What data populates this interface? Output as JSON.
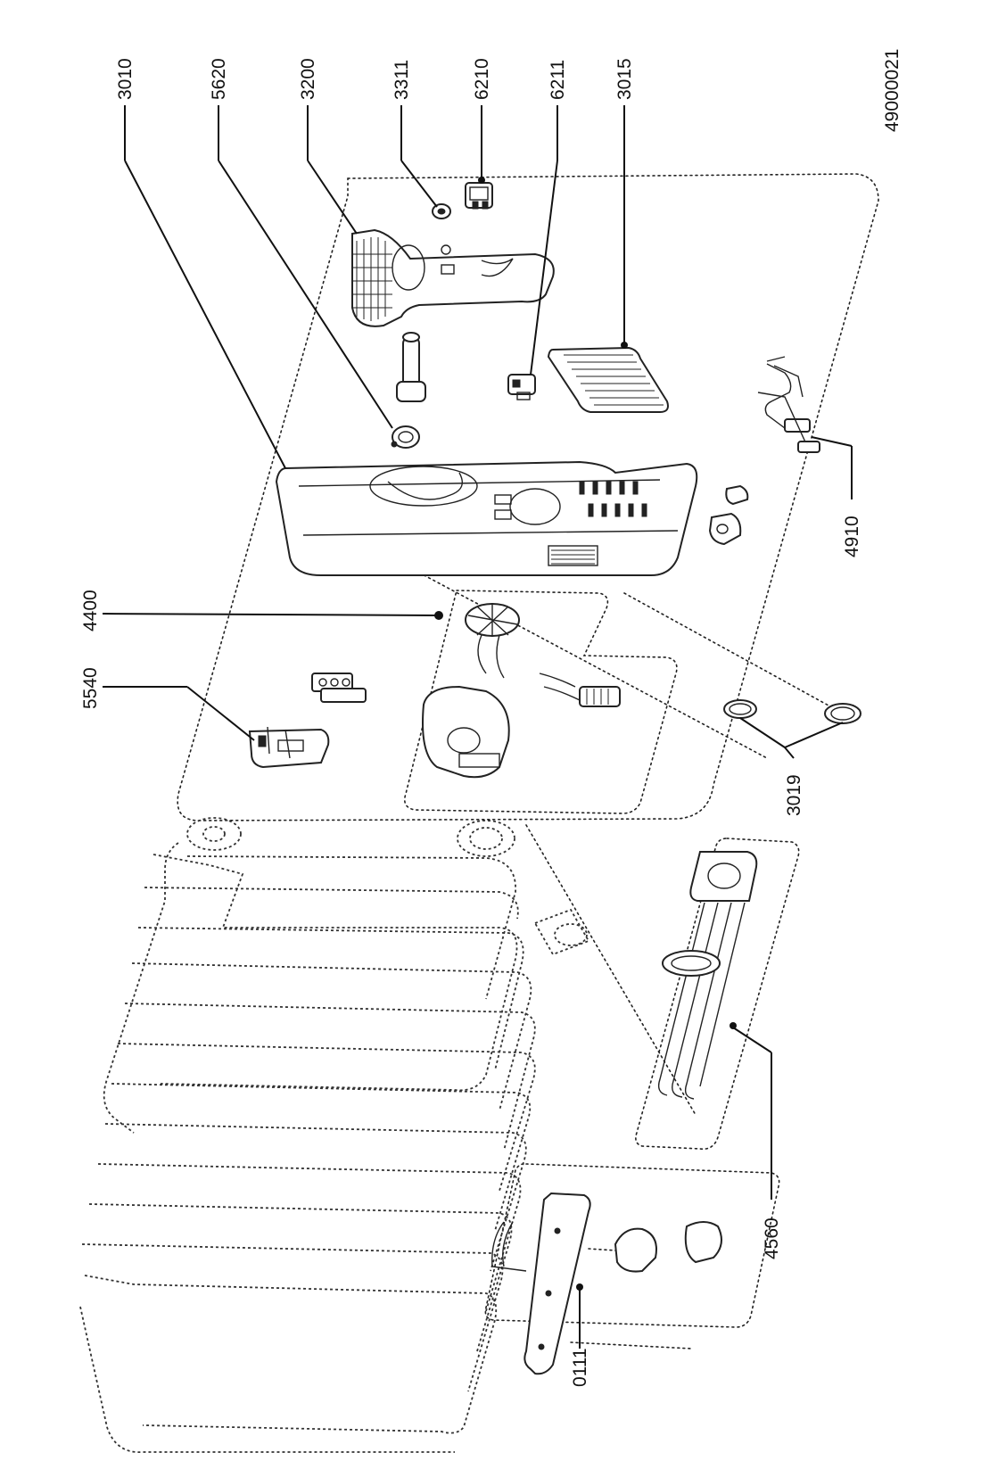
{
  "document_number": "49000021",
  "part_labels": {
    "p3010": "3010",
    "p5620": "5620",
    "p3200": "3200",
    "p3311": "3311",
    "p6210": "6210",
    "p6211": "6211",
    "p3015": "3015",
    "p4910": "4910",
    "p4400": "4400",
    "p5540": "5540",
    "p3019": "3019",
    "p4560": "4560",
    "p0111": "0111"
  }
}
